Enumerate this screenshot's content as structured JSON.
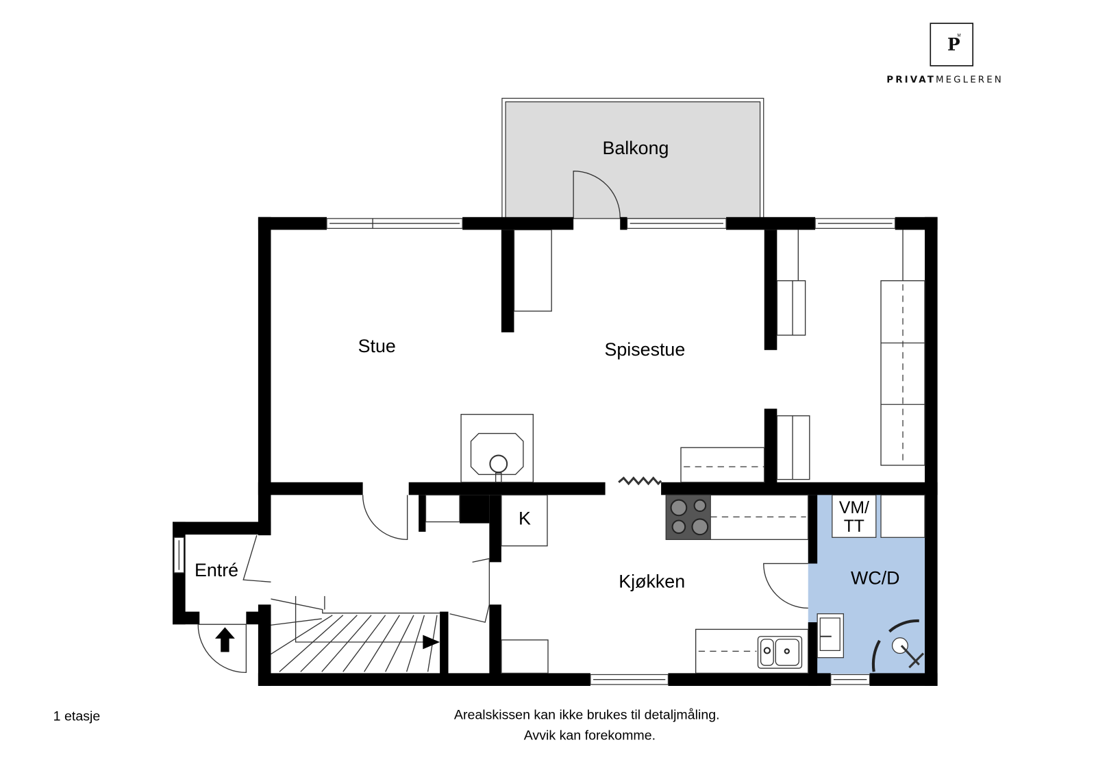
{
  "brand": {
    "logo_letter": "P",
    "logo_mark": "M",
    "name_bold": "PRIVAT",
    "name_light": "MEGLEREN"
  },
  "rooms": {
    "balcony": "Balkong",
    "living": "Stue",
    "dining": "Spisestue",
    "kitchen": "Kjøkken",
    "entrance": "Entré",
    "closet": "K",
    "laundry_line1": "VM/",
    "laundry_line2": "TT",
    "bathroom": "WC/D"
  },
  "floor_label": "1 etasje",
  "disclaimer": {
    "line1": "Arealskissen kan ikke brukes til detaljmåling.",
    "line2": "Avvik kan forekomme."
  },
  "colors": {
    "wall": "#000000",
    "balcony_fill": "#dcdcdc",
    "bathroom_fill": "#b3cbe8",
    "stove": "#555555"
  },
  "icons": [
    "entrance-arrow-icon",
    "stair-direction-arrow-icon",
    "stove-icon",
    "kitchen-sink-icon",
    "bathroom-sink-icon",
    "shower-icon",
    "toilet-icon",
    "window-icon",
    "door-swing-icon"
  ]
}
